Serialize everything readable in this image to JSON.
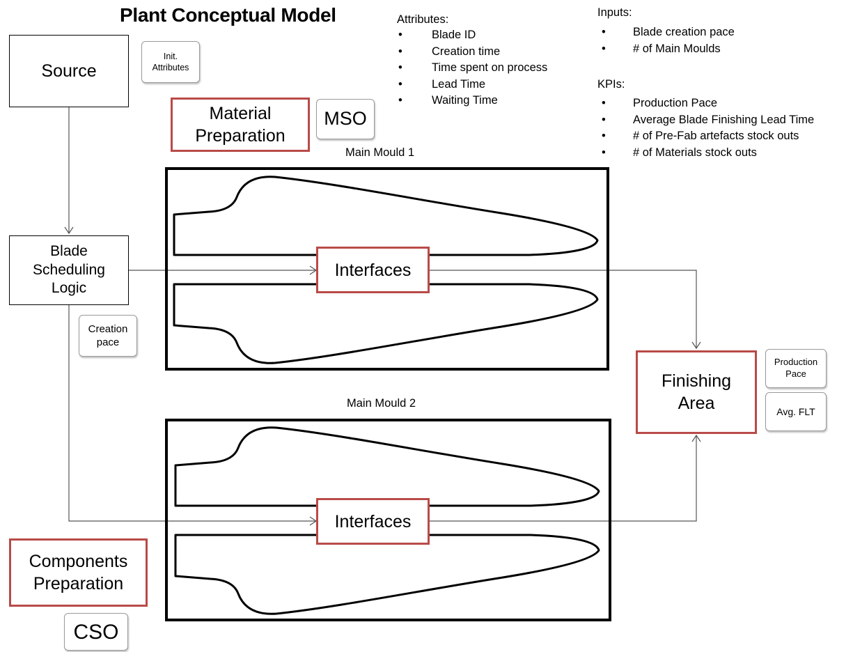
{
  "title": "Plant Conceptual Model",
  "attributes": {
    "heading": "Attributes:",
    "items": [
      "Blade ID",
      "Creation time",
      "Time spent on process",
      "Lead Time",
      "Waiting Time"
    ]
  },
  "inputs": {
    "heading": "Inputs:",
    "items": [
      "Blade creation pace",
      "# of Main Moulds"
    ]
  },
  "kpis": {
    "heading": "KPIs:",
    "items": [
      "Production Pace",
      "Average Blade Finishing Lead Time",
      "# of Pre-Fab artefacts stock outs",
      "# of Materials stock outs"
    ]
  },
  "nodes": {
    "source": "Source",
    "init_attributes_line1": "Init.",
    "init_attributes_line2": "Attributes",
    "scheduling_line1": "Blade",
    "scheduling_line2": "Scheduling",
    "scheduling_line3": "Logic",
    "creation_pace_line1": "Creation",
    "creation_pace_line2": "pace",
    "material_prep_line1": "Material",
    "material_prep_line2": "Preparation",
    "mso": "MSO",
    "mould1_label": "Main Mould 1",
    "mould2_label": "Main Mould 2",
    "interfaces1": "Interfaces",
    "interfaces2": "Interfaces",
    "finishing_line1": "Finishing",
    "finishing_line2": "Area",
    "production_pace_line1": "Production",
    "production_pace_line2": "Pace",
    "avg_flt": "Avg. FLT",
    "components_prep_line1": "Components",
    "components_prep_line2": "Preparation",
    "cso": "CSO"
  },
  "colors": {
    "highlight_border": "#b94a48",
    "line": "#555555",
    "note_border": "#9a9a9a"
  }
}
